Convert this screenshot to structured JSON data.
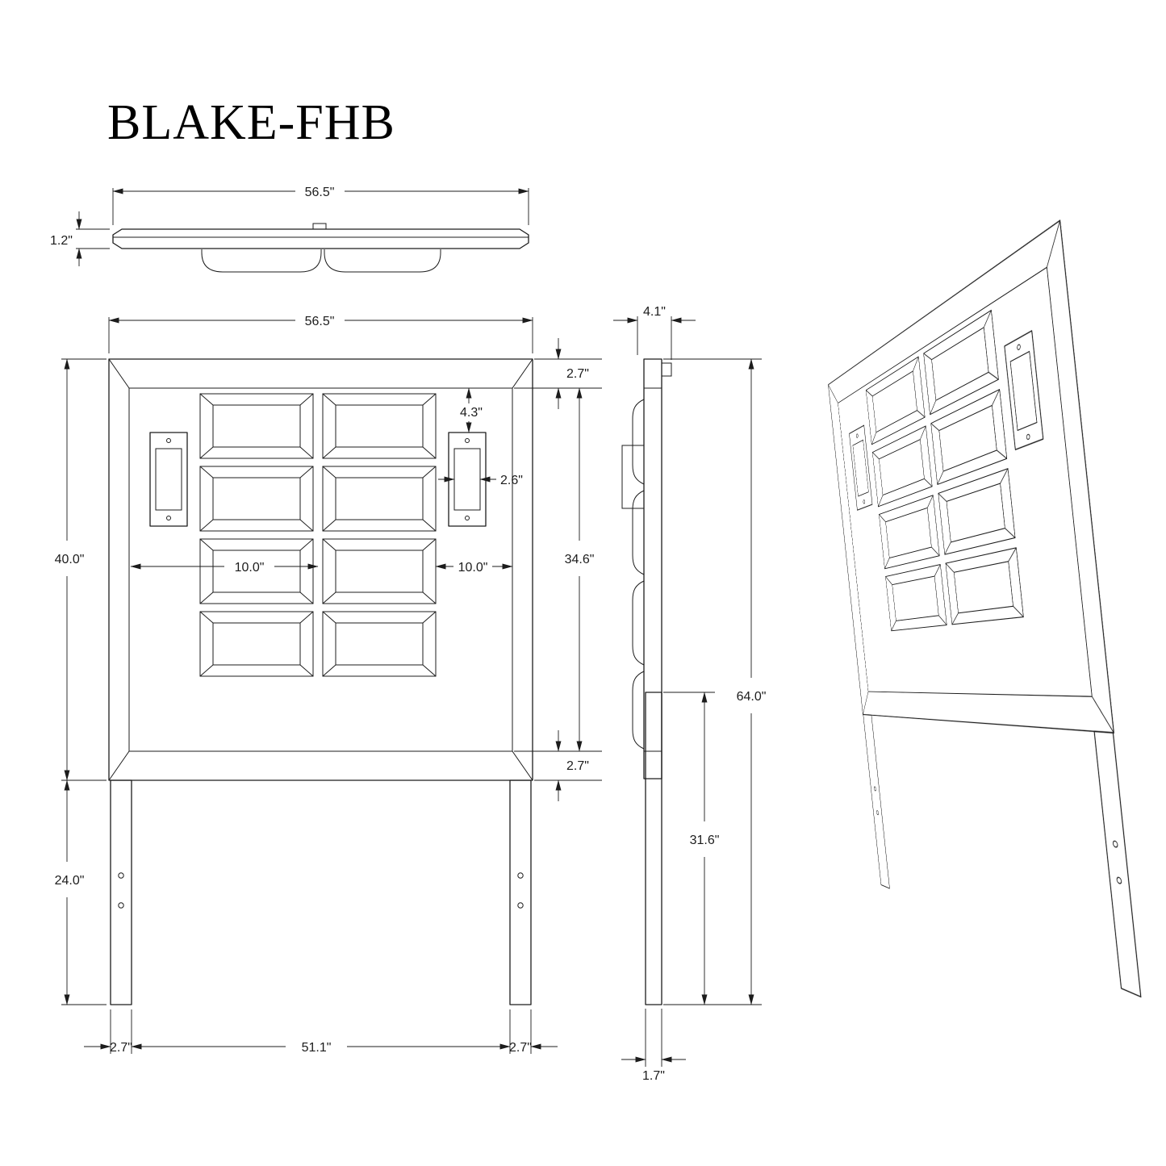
{
  "title": "BLAKE-FHB",
  "colors": {
    "line": "#1c1c1c",
    "background": "#ffffff"
  },
  "dims": {
    "top_view_width": "56.5\"",
    "top_view_thickness": "1.2\"",
    "front_width": "56.5\"",
    "side_depth": "4.1\"",
    "top_rail": "2.7\"",
    "sconce_top_offset": "4.3\"",
    "sconce_width": "2.6\"",
    "panel_inner_height": "34.6\"",
    "headboard_height": "40.0\"",
    "sconce_inset_left": "10.0\"",
    "sconce_inset_right": "10.0\"",
    "bottom_rail": "2.7\"",
    "overall_height": "64.0\"",
    "leg_length": "31.6\"",
    "leg_below": "24.0\"",
    "leg_width_left": "2.7\"",
    "legs_span": "51.1\"",
    "leg_width_right": "2.7\"",
    "leg_thickness": "1.7\""
  }
}
